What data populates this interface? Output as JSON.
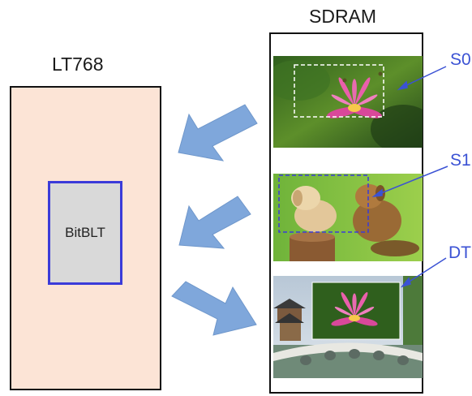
{
  "titles": {
    "chip": "LT768",
    "memory": "SDRAM"
  },
  "block": {
    "label": "BitBLT"
  },
  "labels": {
    "s0": "S0",
    "s1": "S1",
    "dt": "DT"
  },
  "images": {
    "s0": "lotus-flower-image",
    "s1": "puppies-image",
    "dt": "pavilion-bridge-with-lotus-overlay-image"
  },
  "colors": {
    "chip_fill": "#fce4d6",
    "bitblt_fill": "#d9d9d9",
    "bitblt_border": "#3b3bd9",
    "arrow_fill": "#7fa7db",
    "label_color": "#3b52d4"
  }
}
